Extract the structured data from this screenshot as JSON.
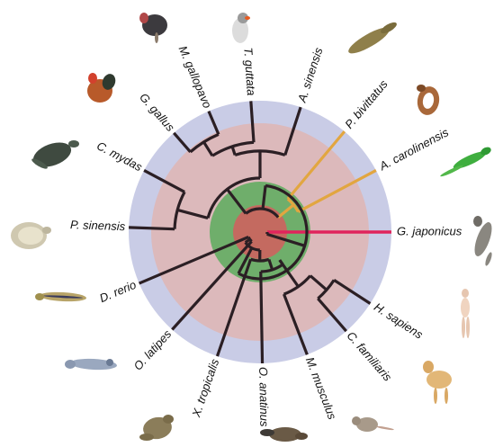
{
  "figure": {
    "colors": {
      "outer_ring": "#c9cce6",
      "middle_ring": "#dcb9bb",
      "inner_ring": "#6fae6b",
      "core": "#c46a60",
      "branch_default": "#2b1f24",
      "branch_squamate": "#e2a640",
      "branch_focal": "#e0245c"
    },
    "taxa": [
      {
        "name": "G. japonicus",
        "icon": "gecko-icon",
        "clade": "focal"
      },
      {
        "name": "A. carolinensis",
        "icon": "anole-lizard-icon",
        "clade": "squamate"
      },
      {
        "name": "P. bivittatus",
        "icon": "python-snake-icon",
        "clade": "squamate"
      },
      {
        "name": "A. sinensis",
        "icon": "alligator-icon",
        "clade": "default"
      },
      {
        "name": "T. guttata",
        "icon": "zebra-finch-icon",
        "clade": "default"
      },
      {
        "name": "M. gallopavo",
        "icon": "turkey-icon",
        "clade": "default"
      },
      {
        "name": "G. gallus",
        "icon": "chicken-icon",
        "clade": "default"
      },
      {
        "name": "C. mydas",
        "icon": "sea-turtle-icon",
        "clade": "default"
      },
      {
        "name": "P. sinensis",
        "icon": "softshell-turtle-icon",
        "clade": "default"
      },
      {
        "name": "D. rerio",
        "icon": "zebrafish-icon",
        "clade": "default"
      },
      {
        "name": "O. latipes",
        "icon": "medaka-fish-icon",
        "clade": "default"
      },
      {
        "name": "X. tropicalis",
        "icon": "frog-icon",
        "clade": "default"
      },
      {
        "name": "O. anatinus",
        "icon": "platypus-icon",
        "clade": "default"
      },
      {
        "name": "M. musculus",
        "icon": "mouse-icon",
        "clade": "default"
      },
      {
        "name": "C. familiaris",
        "icon": "dog-icon",
        "clade": "default"
      },
      {
        "name": "H. sapiens",
        "icon": "human-icon",
        "clade": "default"
      }
    ]
  }
}
